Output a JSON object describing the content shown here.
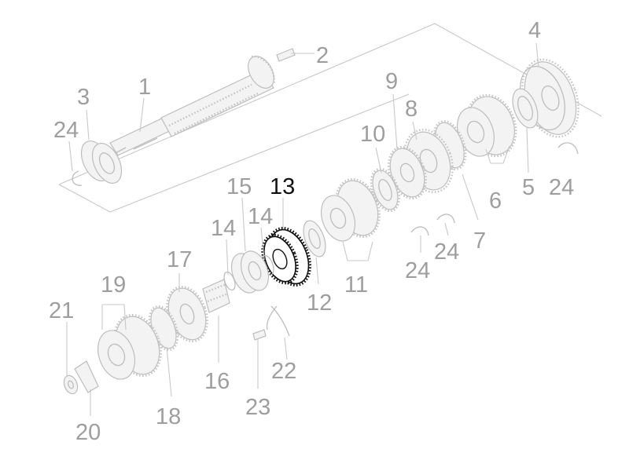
{
  "diagram": {
    "highlighted_part": "13",
    "colors": {
      "part_line": "#bdbdbd",
      "label": "#9e9e9e",
      "highlight": "#111111",
      "background": "#ffffff"
    },
    "callouts": {
      "c1": "1",
      "c2": "2",
      "c3": "3",
      "c4": "4",
      "c5": "5",
      "c6": "6",
      "c7": "7",
      "c8": "8",
      "c9": "9",
      "c10": "10",
      "c11": "11",
      "c12": "12",
      "c13": "13",
      "c14a": "14",
      "c14b": "14",
      "c15": "15",
      "c16": "16",
      "c17": "17",
      "c18": "18",
      "c19": "19",
      "c20": "20",
      "c21": "21",
      "c22": "22",
      "c23": "23",
      "c24a": "24",
      "c24b": "24",
      "c24c": "24",
      "c24d": "24"
    }
  }
}
